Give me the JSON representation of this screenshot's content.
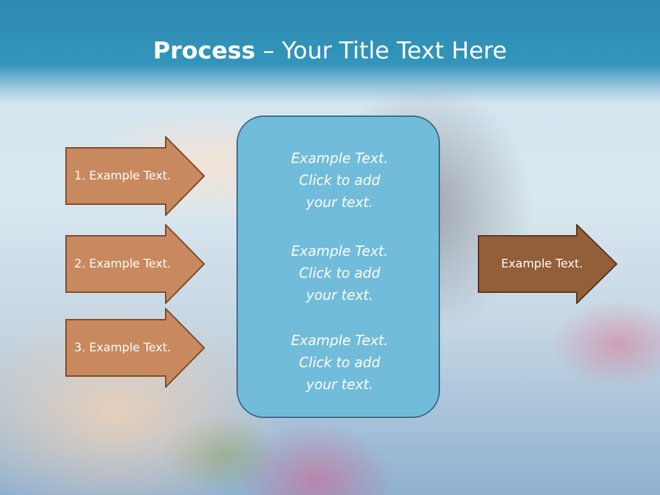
{
  "title": {
    "bold": "Process",
    "dash": " – ",
    "rest": "Your Title Text Here"
  },
  "steps": [
    {
      "label": "1. Example Text."
    },
    {
      "label": "2. Example Text."
    },
    {
      "label": "3. Example Text."
    }
  ],
  "center_box": {
    "blocks": [
      {
        "line1": "Example Text.",
        "line2": "Click  to add",
        "line3": "your text."
      },
      {
        "line1": "Example Text.",
        "line2": "Click  to add",
        "line3": "your text."
      },
      {
        "line1": "Example Text.",
        "line2": "Click  to add",
        "line3": "your text."
      }
    ]
  },
  "output": {
    "label": "Example Text."
  },
  "colors": {
    "title_band": "#3295bb",
    "step_fill": "#c9895f",
    "step_border": "#7a4a2a",
    "output_fill": "#925f38",
    "center_fill": "#72bcdb",
    "center_border": "#3d6b86"
  }
}
